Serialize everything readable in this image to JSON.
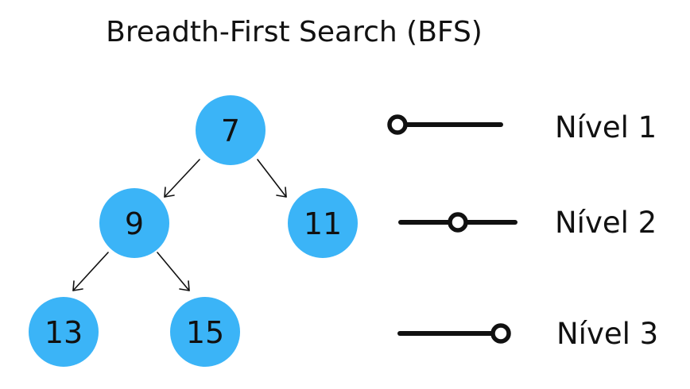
{
  "title": "Breadth-First Search (BFS)",
  "colors": {
    "node_fill": "#3bb4f7",
    "ink": "#111111"
  },
  "tree": {
    "nodes": [
      {
        "id": "n7",
        "label": "7"
      },
      {
        "id": "n9",
        "label": "9"
      },
      {
        "id": "n11",
        "label": "11"
      },
      {
        "id": "n13",
        "label": "13"
      },
      {
        "id": "n15",
        "label": "15"
      }
    ],
    "edges": [
      {
        "from": "n7",
        "to": "n9"
      },
      {
        "from": "n7",
        "to": "n11"
      },
      {
        "from": "n9",
        "to": "n13"
      },
      {
        "from": "n9",
        "to": "n15"
      }
    ]
  },
  "levels": [
    {
      "label": "Nível 1",
      "marker_fraction": 0.0
    },
    {
      "label": "Nível 2",
      "marker_fraction": 0.5
    },
    {
      "label": "Nível 3",
      "marker_fraction": 1.0
    }
  ]
}
